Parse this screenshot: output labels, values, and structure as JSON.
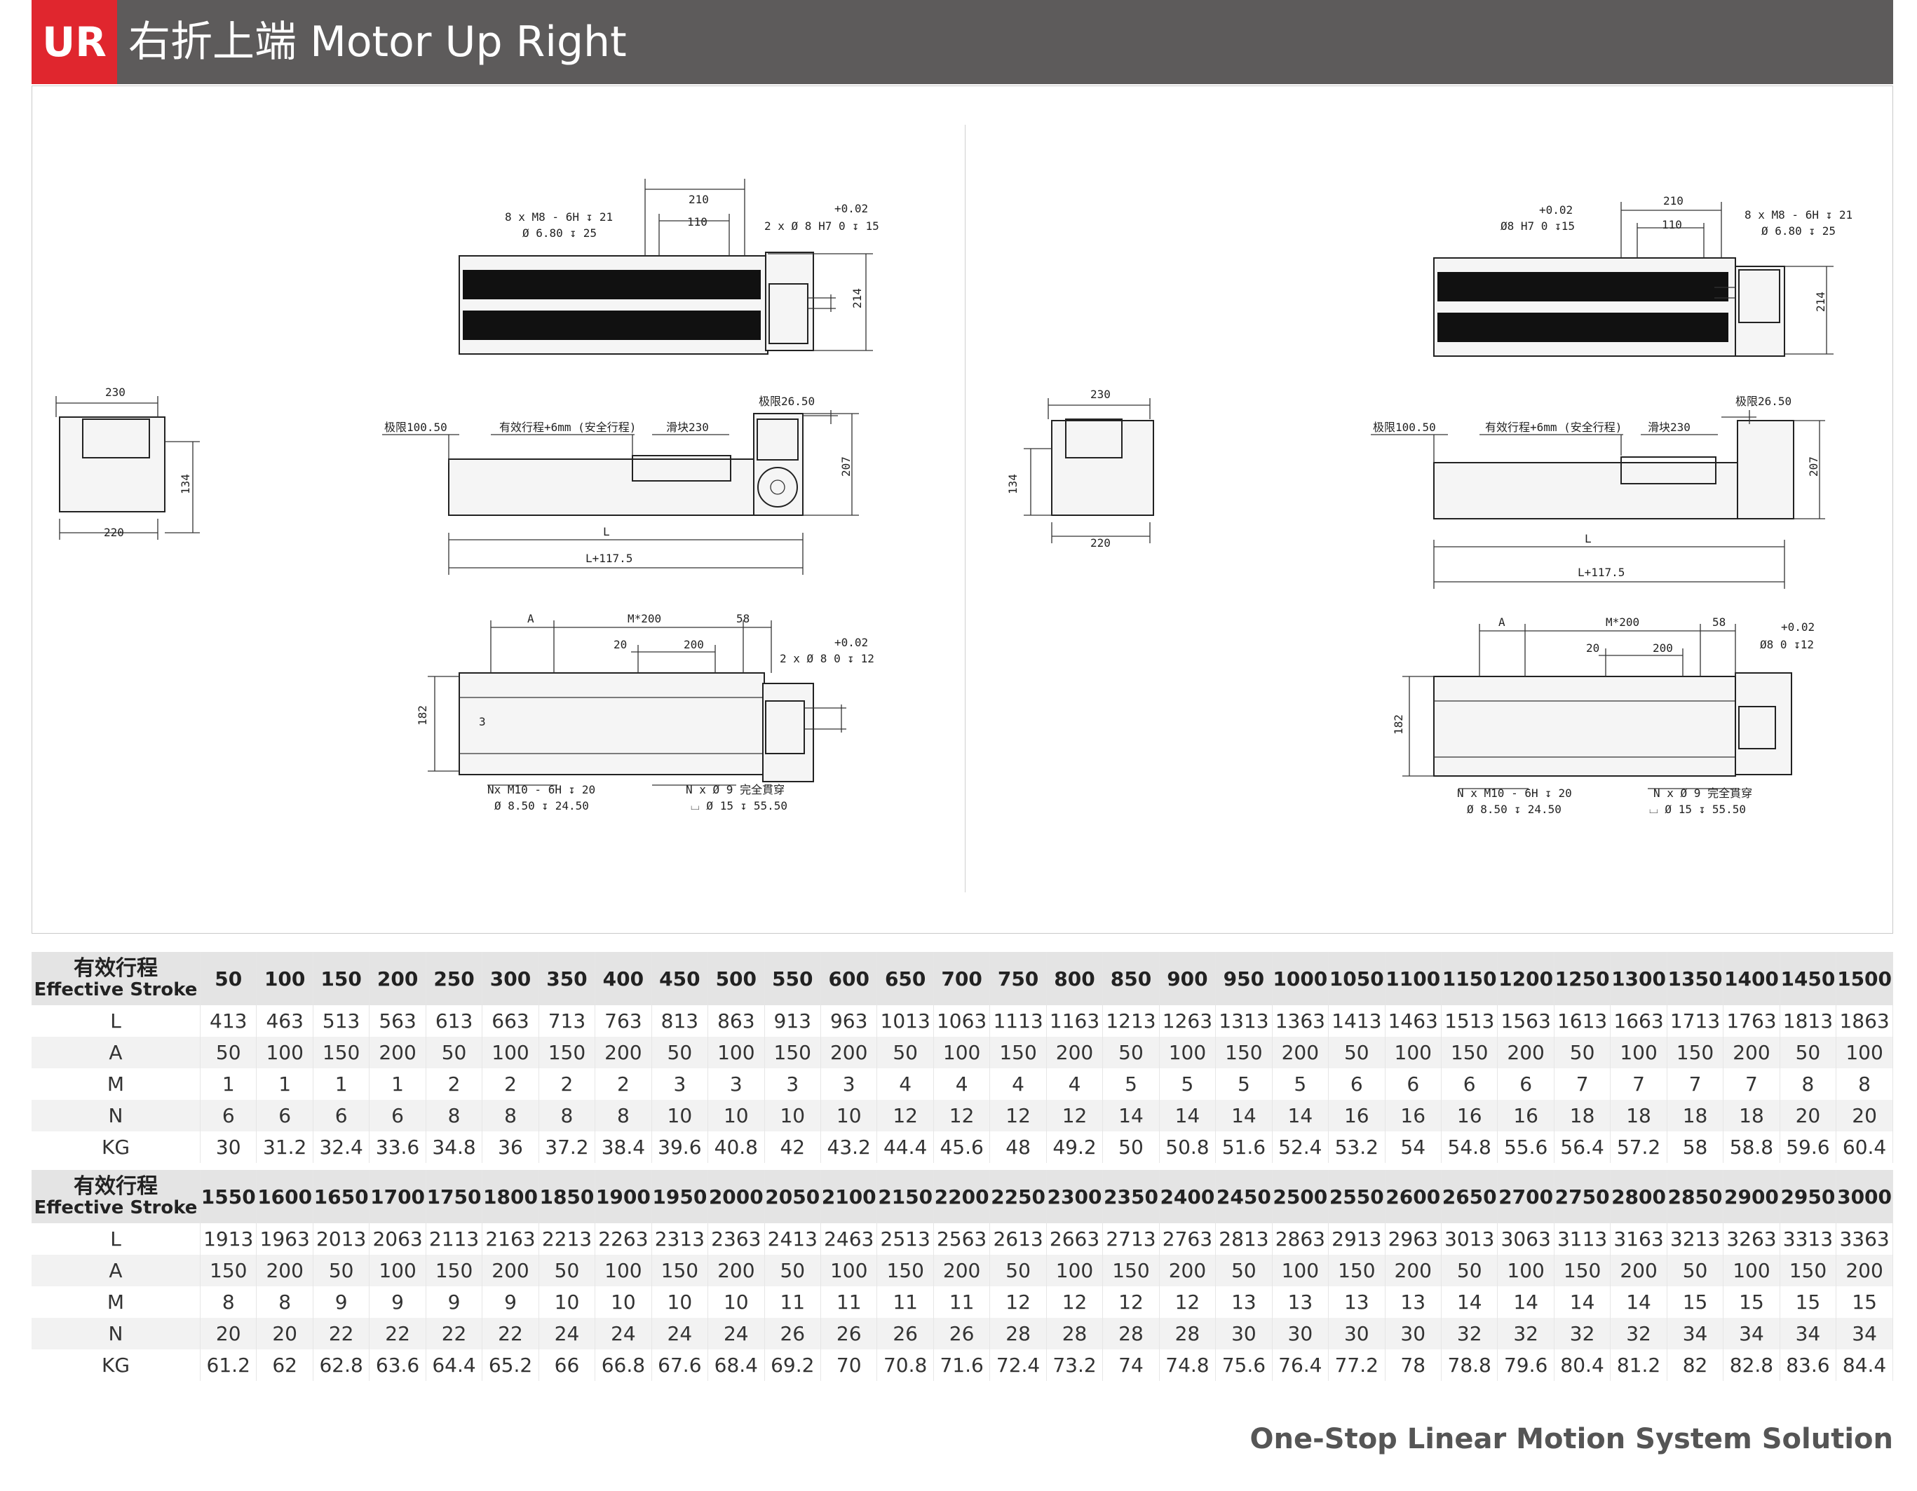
{
  "header": {
    "badge": "UR",
    "title": "右折上端 Motor Up Right"
  },
  "drawings": {
    "left": {
      "top_view": {
        "dim_width": "210",
        "dim_inner": "110",
        "note_holes": "8 x  M8 - 6H ↧ 21",
        "note_cbore": "Ø 6.80 ↧ 25",
        "note_pin": "2 x  Ø 8 H7  0   ↧ 15",
        "tol": "+0.02",
        "dim_height": "214"
      },
      "end_view": {
        "dim_top": "230",
        "dim_bottom": "220",
        "dim_height": "134"
      },
      "side_view": {
        "limit_left": "极限100.50",
        "effective": "有效行程+6mm (安全行程)",
        "slider": "滑块230",
        "limit_right": "极限26.50",
        "dim_L": "L",
        "dim_L2": "L+117.5",
        "dim_height": "207"
      },
      "bottom_view": {
        "dim_A": "A",
        "dim_M": "M*200",
        "dim_58": "58",
        "dim_20": "20",
        "dim_200": "200",
        "tol": "+0.02",
        "note_pin": "2 x  Ø 8   0    ↧ 12",
        "dim_182": "182",
        "dim_3": "3",
        "note_holes": "Nx  M10 - 6H ↧ 20",
        "note_cbore": "Ø 8.50 ↧ 24.50",
        "note_thru": "N x  Ø 9 完全貫穿",
        "note_thru2": "⌴ Ø 15 ↧ 55.50"
      }
    },
    "right": {
      "top_view": {
        "dim_width": "210",
        "dim_inner": "110",
        "note_holes": "8 x  M8 - 6H ↧ 21",
        "note_cbore": "Ø 6.80 ↧ 25",
        "note_pin": "Ø8 H7  0   ↧15",
        "tol": "+0.02",
        "dim_height": "214"
      },
      "end_view": {
        "dim_top": "230",
        "dim_bottom": "220",
        "dim_height": "134"
      },
      "side_view": {
        "limit_left": "极限100.50",
        "effective": "有效行程+6mm (安全行程)",
        "slider": "滑块230",
        "limit_right": "极限26.50",
        "dim_L": "L",
        "dim_L2": "L+117.5",
        "dim_height": "207"
      },
      "bottom_view": {
        "dim_A": "A",
        "dim_M": "M*200",
        "dim_58": "58",
        "dim_20": "20",
        "dim_200": "200",
        "tol": "+0.02",
        "note_pin": "Ø8   0    ↧12",
        "dim_182": "182",
        "note_holes": "N x  M10 - 6H ↧ 20",
        "note_cbore": "Ø 8.50 ↧ 24.50",
        "note_thru": "N x  Ø 9 完全貫穿",
        "note_thru2": "⌴ Ø 15 ↧ 55.50"
      }
    }
  },
  "table1": {
    "label_cn": "有效行程",
    "label_en": "Effective Stroke",
    "stroke": [
      "50",
      "100",
      "150",
      "200",
      "250",
      "300",
      "350",
      "400",
      "450",
      "500",
      "550",
      "600",
      "650",
      "700",
      "750",
      "800",
      "850",
      "900",
      "950",
      "1000",
      "1050",
      "1100",
      "1150",
      "1200",
      "1250",
      "1300",
      "1350",
      "1400",
      "1450",
      "1500"
    ],
    "rows": [
      {
        "label": "L",
        "values": [
          "413",
          "463",
          "513",
          "563",
          "613",
          "663",
          "713",
          "763",
          "813",
          "863",
          "913",
          "963",
          "1013",
          "1063",
          "1113",
          "1163",
          "1213",
          "1263",
          "1313",
          "1363",
          "1413",
          "1463",
          "1513",
          "1563",
          "1613",
          "1663",
          "1713",
          "1763",
          "1813",
          "1863"
        ]
      },
      {
        "label": "A",
        "values": [
          "50",
          "100",
          "150",
          "200",
          "50",
          "100",
          "150",
          "200",
          "50",
          "100",
          "150",
          "200",
          "50",
          "100",
          "150",
          "200",
          "50",
          "100",
          "150",
          "200",
          "50",
          "100",
          "150",
          "200",
          "50",
          "100",
          "150",
          "200",
          "50",
          "100"
        ]
      },
      {
        "label": "M",
        "values": [
          "1",
          "1",
          "1",
          "1",
          "2",
          "2",
          "2",
          "2",
          "3",
          "3",
          "3",
          "3",
          "4",
          "4",
          "4",
          "4",
          "5",
          "5",
          "5",
          "5",
          "6",
          "6",
          "6",
          "6",
          "7",
          "7",
          "7",
          "7",
          "8",
          "8"
        ]
      },
      {
        "label": "N",
        "values": [
          "6",
          "6",
          "6",
          "6",
          "8",
          "8",
          "8",
          "8",
          "10",
          "10",
          "10",
          "10",
          "12",
          "12",
          "12",
          "12",
          "14",
          "14",
          "14",
          "14",
          "16",
          "16",
          "16",
          "16",
          "18",
          "18",
          "18",
          "18",
          "20",
          "20"
        ]
      },
      {
        "label": "KG",
        "values": [
          "30",
          "31.2",
          "32.4",
          "33.6",
          "34.8",
          "36",
          "37.2",
          "38.4",
          "39.6",
          "40.8",
          "42",
          "43.2",
          "44.4",
          "45.6",
          "48",
          "49.2",
          "50",
          "50.8",
          "51.6",
          "52.4",
          "53.2",
          "54",
          "54.8",
          "55.6",
          "56.4",
          "57.2",
          "58",
          "58.8",
          "59.6",
          "60.4"
        ]
      }
    ]
  },
  "table2": {
    "label_cn": "有效行程",
    "label_en": "Effective Stroke",
    "stroke": [
      "1550",
      "1600",
      "1650",
      "1700",
      "1750",
      "1800",
      "1850",
      "1900",
      "1950",
      "2000",
      "2050",
      "2100",
      "2150",
      "2200",
      "2250",
      "2300",
      "2350",
      "2400",
      "2450",
      "2500",
      "2550",
      "2600",
      "2650",
      "2700",
      "2750",
      "2800",
      "2850",
      "2900",
      "2950",
      "3000"
    ],
    "rows": [
      {
        "label": "L",
        "values": [
          "1913",
          "1963",
          "2013",
          "2063",
          "2113",
          "2163",
          "2213",
          "2263",
          "2313",
          "2363",
          "2413",
          "2463",
          "2513",
          "2563",
          "2613",
          "2663",
          "2713",
          "2763",
          "2813",
          "2863",
          "2913",
          "2963",
          "3013",
          "3063",
          "3113",
          "3163",
          "3213",
          "3263",
          "3313",
          "3363"
        ]
      },
      {
        "label": "A",
        "values": [
          "150",
          "200",
          "50",
          "100",
          "150",
          "200",
          "50",
          "100",
          "150",
          "200",
          "50",
          "100",
          "150",
          "200",
          "50",
          "100",
          "150",
          "200",
          "50",
          "100",
          "150",
          "200",
          "50",
          "100",
          "150",
          "200",
          "50",
          "100",
          "150",
          "200"
        ]
      },
      {
        "label": "M",
        "values": [
          "8",
          "8",
          "9",
          "9",
          "9",
          "9",
          "10",
          "10",
          "10",
          "10",
          "11",
          "11",
          "11",
          "11",
          "12",
          "12",
          "12",
          "12",
          "13",
          "13",
          "13",
          "13",
          "14",
          "14",
          "14",
          "14",
          "15",
          "15",
          "15",
          "15"
        ]
      },
      {
        "label": "N",
        "values": [
          "20",
          "20",
          "22",
          "22",
          "22",
          "22",
          "24",
          "24",
          "24",
          "24",
          "26",
          "26",
          "26",
          "26",
          "28",
          "28",
          "28",
          "28",
          "30",
          "30",
          "30",
          "30",
          "32",
          "32",
          "32",
          "32",
          "34",
          "34",
          "34",
          "34"
        ]
      },
      {
        "label": "KG",
        "values": [
          "61.2",
          "62",
          "62.8",
          "63.6",
          "64.4",
          "65.2",
          "66",
          "66.8",
          "67.6",
          "68.4",
          "69.2",
          "70",
          "70.8",
          "71.6",
          "72.4",
          "73.2",
          "74",
          "74.8",
          "75.6",
          "76.4",
          "77.2",
          "78",
          "78.8",
          "79.6",
          "80.4",
          "81.2",
          "82",
          "82.8",
          "83.6",
          "84.4"
        ]
      }
    ]
  },
  "footer": {
    "slogan": "One-Stop Linear Motion System Solution"
  }
}
